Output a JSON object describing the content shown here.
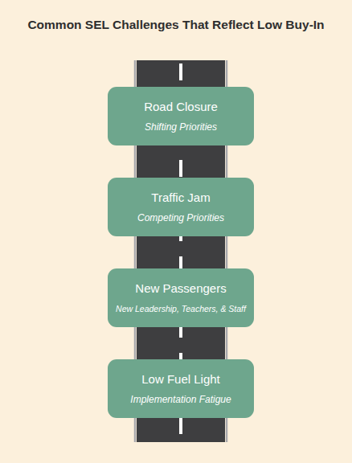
{
  "diagram": {
    "title": "Common SEL Challenges That Reflect Low Buy-In",
    "nodes": [
      {
        "text": [
          "Road Closure",
          "Shifting Priorities"
        ]
      },
      {
        "text": [
          "Traffic Jam",
          "Competing Priorities"
        ]
      },
      {
        "text": [
          "New Passengers",
          "New Leadership, Teachers, & Staff"
        ]
      },
      {
        "text": [
          "Low Fuel Light",
          "Implementation Fatigue"
        ]
      }
    ]
  }
}
